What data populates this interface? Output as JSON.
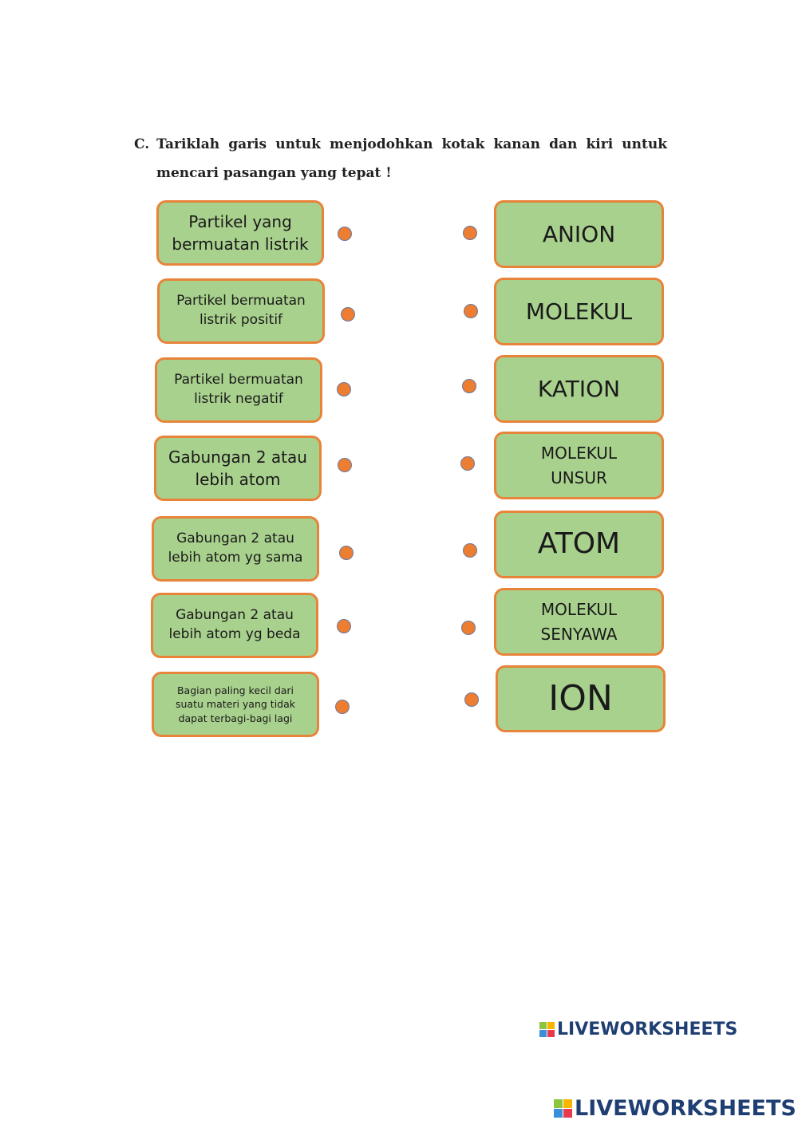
{
  "instruction": {
    "number": "C.",
    "text": "Tariklah garis untuk menjodohkan kotak kanan dan kiri untuk mencari pasangan yang tepat !"
  },
  "left_items": [
    {
      "label": "Partikel yang\nbermuatan listrik"
    },
    {
      "label": "Partikel bermuatan\nlistrik positif"
    },
    {
      "label": "Partikel bermuatan\nlistrik negatif"
    },
    {
      "label": "Gabungan 2 atau\nlebih atom"
    },
    {
      "label": "Gabungan 2 atau\nlebih atom yg sama"
    },
    {
      "label": "Gabungan 2 atau\nlebih atom yg beda"
    },
    {
      "label": "Bagian paling kecil dari\nsuatu materi yang tidak\ndapat terbagi-bagi lagi"
    }
  ],
  "right_items": [
    {
      "label": "ANION"
    },
    {
      "label": "MOLEKUL"
    },
    {
      "label": "KATION"
    },
    {
      "label": "MOLEKUL\nUNSUR"
    },
    {
      "label": "ATOM"
    },
    {
      "label": "MOLEKUL\nSENYAWA"
    },
    {
      "label": "ION"
    }
  ],
  "logo_text": "LIVEWORKSHEETS",
  "colors": {
    "box_fill": "#a9d18e",
    "box_border": "#e8843a",
    "dot": "#ed7d31",
    "logo": "#1f3f73"
  }
}
